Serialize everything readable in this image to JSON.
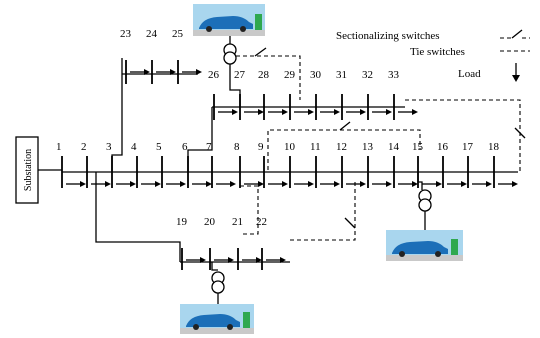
{
  "substation_label": "Substation",
  "legend": {
    "sectionalizing": "Sectionalizing switches",
    "tie": "Tie switches",
    "load": "Load"
  },
  "main_feeder_nodes": [
    "1",
    "2",
    "3",
    "4",
    "5",
    "6",
    "7",
    "8",
    "9",
    "10",
    "11",
    "12",
    "13",
    "14",
    "15",
    "16",
    "17",
    "18"
  ],
  "lateral_nodes_a": [
    "23",
    "24",
    "25"
  ],
  "lateral_nodes_b": [
    "26",
    "27",
    "28",
    "29",
    "30",
    "31",
    "32",
    "33"
  ],
  "lateral_nodes_c": [
    "19",
    "20",
    "21",
    "22"
  ],
  "ev_stations": [
    "ev-station-top",
    "ev-station-right",
    "ev-station-bottom"
  ],
  "colors": {
    "line": "#000000",
    "sky": "#a9d6ee",
    "car": "#1c6fb8",
    "charger": "#2fa84f",
    "ground": "#c9c9c9"
  }
}
